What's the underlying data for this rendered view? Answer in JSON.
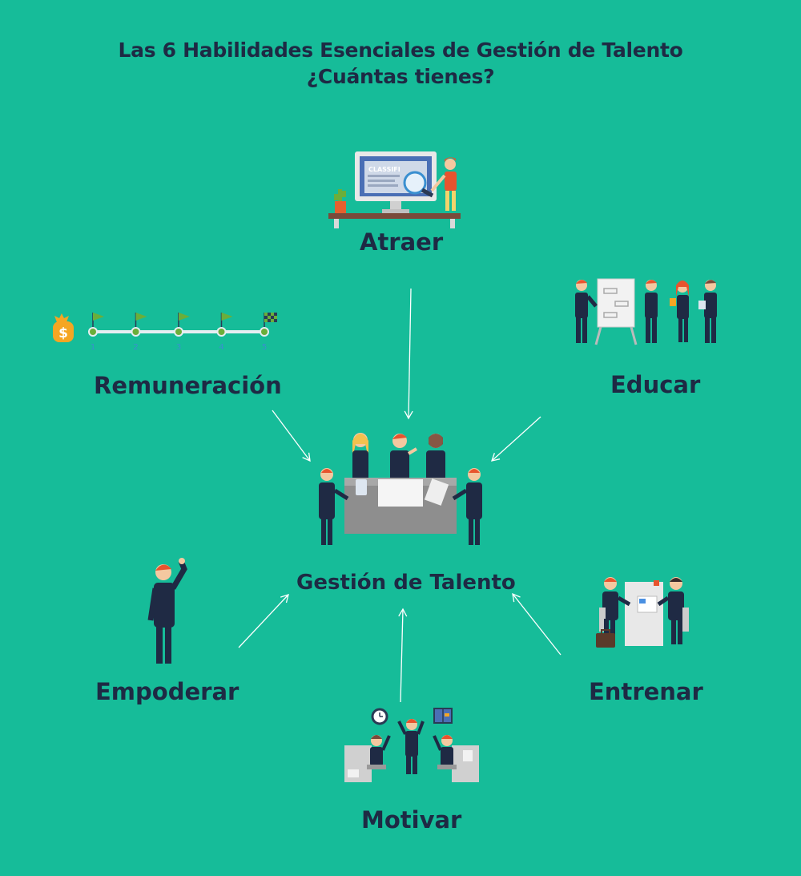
{
  "title": {
    "line1": "Las 6 Habilidades Esenciales de Gestión de Talento",
    "line2": "¿Cuántas tienes?"
  },
  "center": {
    "label": "Gestión de Talento"
  },
  "skills": {
    "atraer": "Atraer",
    "remuneracion": "Remuneración",
    "educar": "Educar",
    "empoderar": "Empoderar",
    "entrenar": "Entrenar",
    "motivar": "Motivar"
  },
  "atraer_screen": {
    "text": "CLASSIFI"
  },
  "remuneracion_timeline": {
    "steps": [
      "1",
      "2",
      "3",
      "4",
      "5"
    ],
    "money_symbol": "$"
  },
  "colors": {
    "background": "#16BC99",
    "text": "#1E2A44",
    "suit": "#1F2A44",
    "skin": "#F4C8A0",
    "hair": "#E8542E",
    "arrow": "#FFFFFF",
    "desk": "#8E8E8E"
  },
  "icons": [
    "computer-icon",
    "magnifier-icon",
    "plant-icon",
    "money-bag-icon",
    "flag-icon",
    "checkered-flag-icon",
    "flipchart-icon",
    "clock-icon",
    "briefcase-icon",
    "mug-icon",
    "tablet-icon"
  ]
}
